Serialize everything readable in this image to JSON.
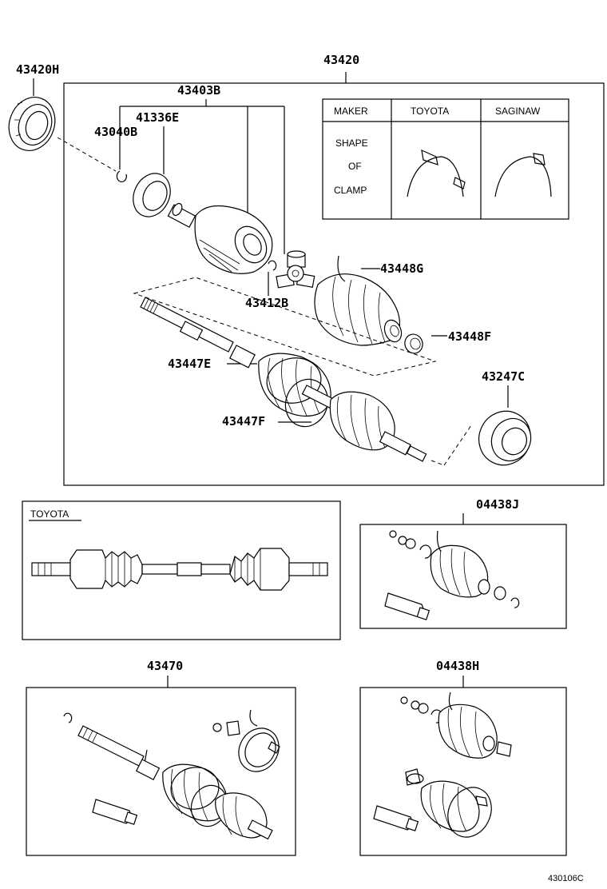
{
  "labels": {
    "p43420": "43420",
    "p43420H": "43420H",
    "p43403B": "43403B",
    "p41336E": "41336E",
    "p43040B": "43040B",
    "p43412B": "43412B",
    "p43448G": "43448G",
    "p43448F": "43448F",
    "p43447E": "43447E",
    "p43247C": "43247C",
    "p43447F": "43447F",
    "p04438J": "04438J",
    "p43470": "43470",
    "p04438H": "04438H"
  },
  "clamp_table": {
    "maker_header": "MAKER",
    "toyota_header": "TOYOTA",
    "saginaw_header": "SAGINAW",
    "shape_line1": "SHAPE",
    "shape_line2": "OF",
    "shape_line3": "CLAMP"
  },
  "toyota_box_title": "TOYOTA",
  "footer_ref": "430106C"
}
